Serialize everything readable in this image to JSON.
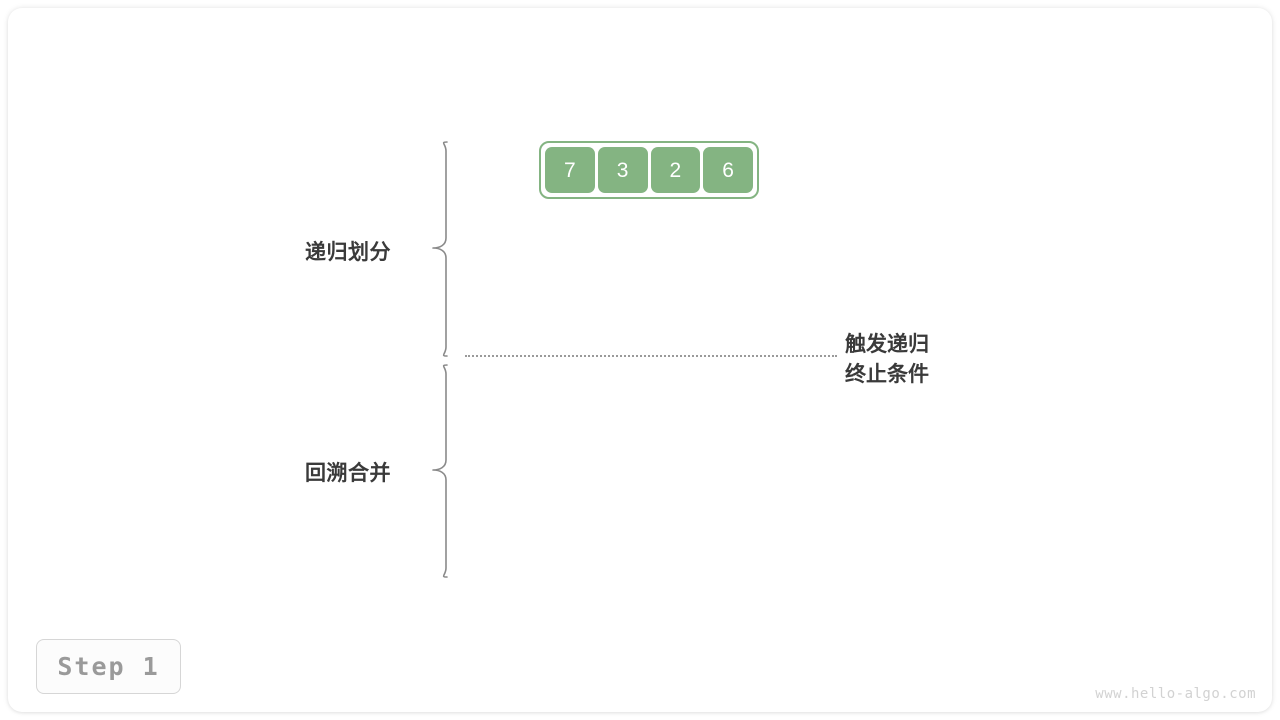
{
  "diagram": {
    "title_text": "",
    "colors": {
      "cell_fill": "#84b482",
      "cell_border": "#84b482",
      "cell_text": "#ffffff",
      "label_text": "#3a3a3a",
      "brace_stroke": "#8a8a8a",
      "divider": "#9a9a9a",
      "badge_text": "#9a9a9a",
      "badge_border": "#d6d6d6",
      "watermark": "#d2d2d2",
      "background": "#ffffff"
    },
    "array": {
      "values": [
        "7",
        "3",
        "2",
        "6"
      ]
    },
    "sections": [
      {
        "key": "divide",
        "label": "递归划分"
      },
      {
        "key": "merge",
        "label": "回溯合并"
      }
    ],
    "annotation": {
      "line1": "触发递归",
      "line2": "终止条件"
    },
    "step_badge": {
      "label": "Step 1"
    },
    "watermark": {
      "text": "www.hello-algo.com"
    }
  }
}
